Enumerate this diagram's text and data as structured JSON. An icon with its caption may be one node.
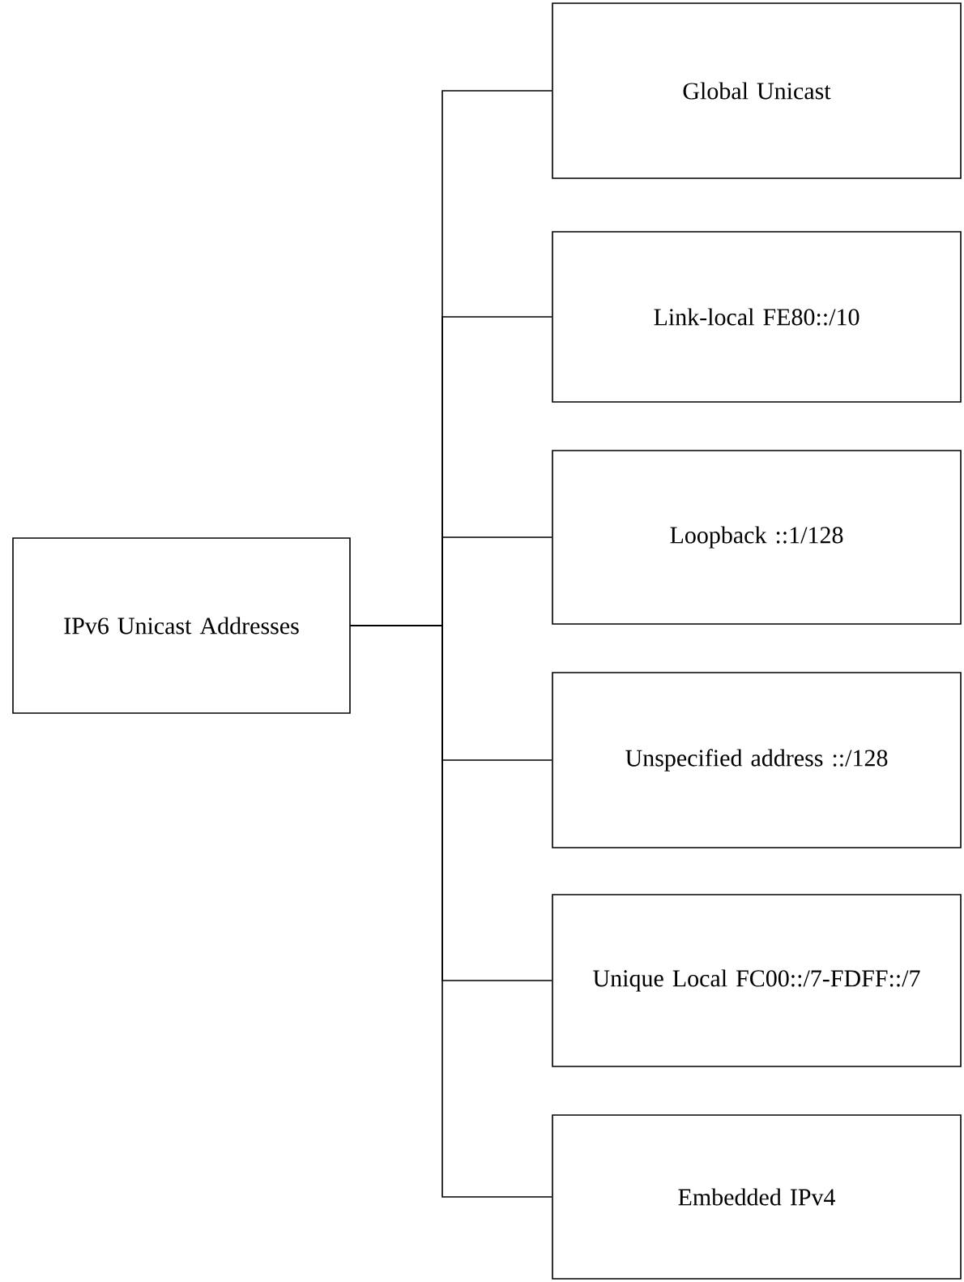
{
  "diagram": {
    "nodes": [
      {
        "text": [
          "IPv6 Unicast Addresses"
        ]
      },
      {
        "text": [
          "Global Unicast"
        ]
      },
      {
        "text": [
          "Link-local FE80::/10"
        ]
      },
      {
        "text": [
          "Loopback ::1/128"
        ]
      },
      {
        "text": [
          "Unspecified address ::/128"
        ]
      },
      {
        "text": [
          "Unique Local FC00::/7-FDFF::/7"
        ]
      },
      {
        "text": [
          "Embedded IPv4"
        ]
      }
    ],
    "edges": [
      {
        "from": 0,
        "to": 1,
        "arrow": "none"
      },
      {
        "from": 0,
        "to": 2,
        "arrow": "none"
      },
      {
        "from": 0,
        "to": 3,
        "arrow": "none"
      },
      {
        "from": 0,
        "to": 4,
        "arrow": "none"
      },
      {
        "from": 0,
        "to": 5,
        "arrow": "none"
      },
      {
        "from": 0,
        "to": 6,
        "arrow": "none"
      }
    ]
  }
}
